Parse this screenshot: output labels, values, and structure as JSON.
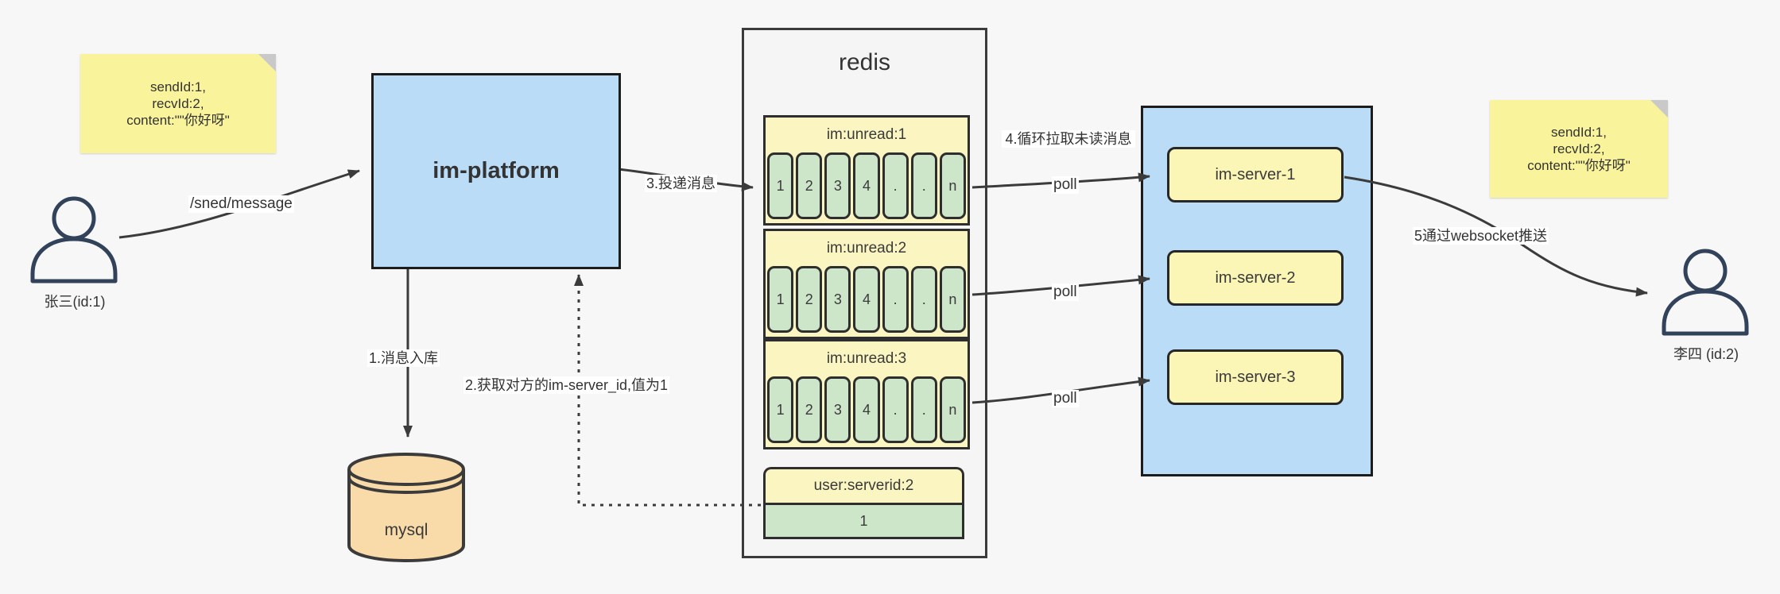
{
  "colors": {
    "background": "#f7f7f7",
    "note_yellow": "#f9f39b",
    "box_blue": "#bbdcf7",
    "panel_gray": "#f5f5f5",
    "header_yellow": "#fbf6c1",
    "cell_green": "#cde6ca",
    "db_orange": "#f8dba8",
    "arrow": "#3b3b3b",
    "person_stroke": "#31425a"
  },
  "notes": {
    "left": {
      "line1": "sendId:1,",
      "line2": "recvId:2,",
      "line3": "content:\"\"你好呀\""
    },
    "right": {
      "line1": "sendId:1,",
      "line2": "recvId:2,",
      "line3": "content:\"\"你好呀\""
    }
  },
  "actors": {
    "sender": {
      "label": "张三(id:1)"
    },
    "receiver": {
      "label": "李四 (id:2)"
    }
  },
  "platform": {
    "label": "im-platform"
  },
  "database": {
    "label": "mysql"
  },
  "redis": {
    "title": "redis",
    "queues": [
      {
        "name": "im:unread:1",
        "cells": [
          "1",
          "2",
          "3",
          "4",
          ".",
          ".",
          "n"
        ]
      },
      {
        "name": "im:unread:2",
        "cells": [
          "1",
          "2",
          "3",
          "4",
          ".",
          ".",
          "n"
        ]
      },
      {
        "name": "im:unread:3",
        "cells": [
          "1",
          "2",
          "3",
          "4",
          ".",
          ".",
          "n"
        ]
      }
    ],
    "kv": {
      "name": "user:serverid:2",
      "value": "1"
    }
  },
  "servers": [
    {
      "label": "im-server-1"
    },
    {
      "label": "im-server-2"
    },
    {
      "label": "im-server-3"
    }
  ],
  "edges": {
    "send": "/sned/message",
    "step1": "1.消息入库",
    "step2": "2.获取对方的im-server_id,值为1",
    "step3": "3.投递消息",
    "step4": "4.循环拉取未读消息",
    "step5": "5通过websocket推送",
    "poll1": "poll",
    "poll2": "poll",
    "poll3": "poll"
  }
}
